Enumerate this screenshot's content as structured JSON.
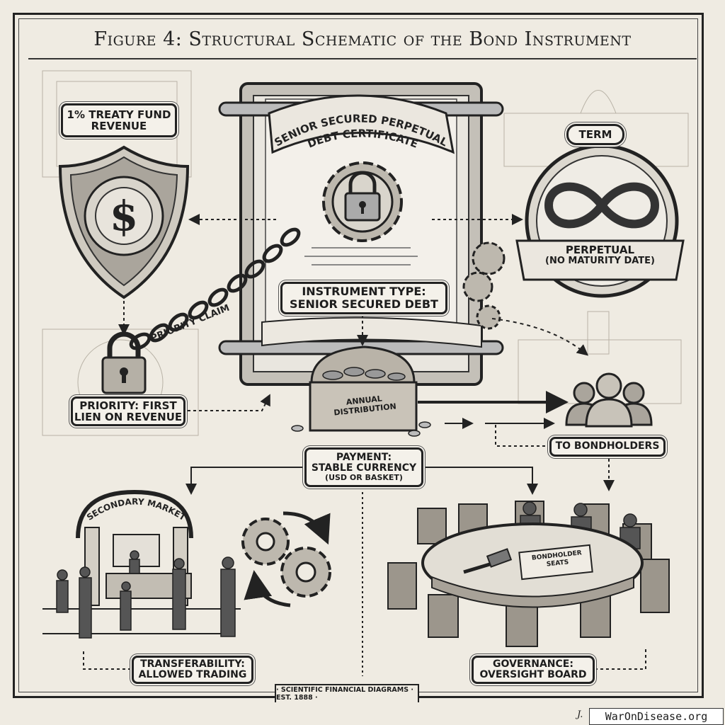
{
  "title": "Figure 4: Structural Schematic of the Bond Instrument",
  "left": {
    "revenue_label": "1% TREATY FUND REVENUE",
    "priority_label_line1": "PRIORITY: FIRST",
    "priority_label_line2": "LIEN ON REVENUE",
    "priority_claim": "PRIORITY CLAIM"
  },
  "center": {
    "certificate_banner_line1": "SENIOR SECURED PERPETUAL",
    "certificate_banner_line2": "DEBT CERTIFICATE",
    "instrument_type_line1": "INSTRUMENT TYPE:",
    "instrument_type_line2": "SENIOR SECURED DEBT",
    "chest_label_line1": "ANNUAL",
    "chest_label_line2": "DISTRIBUTION",
    "payment_line1": "PAYMENT:",
    "payment_line2": "STABLE CURRENCY",
    "payment_line3": "(USD OR BASKET)"
  },
  "right": {
    "term_label": "TERM",
    "perpetual_line1": "PERPETUAL",
    "perpetual_line2": "(NO MATURITY DATE)",
    "to_bondholders": "TO BONDHOLDERS"
  },
  "bottom": {
    "secondary_market": "SECONDARY MARKET",
    "transferability_line1": "TRANSFERABILITY:",
    "transferability_line2": "ALLOWED TRADING",
    "bondholder_seats_line1": "BONDHOLDER",
    "bondholder_seats_line2": "SEATS",
    "governance_line1": "GOVERNANCE:",
    "governance_line2": "OVERSIGHT BOARD"
  },
  "footer": "· SCIENTIFIC FINANCIAL DIAGRAMS · EST. 1888 ·",
  "signature": "J.",
  "watermark": "WarOnDisease.org"
}
